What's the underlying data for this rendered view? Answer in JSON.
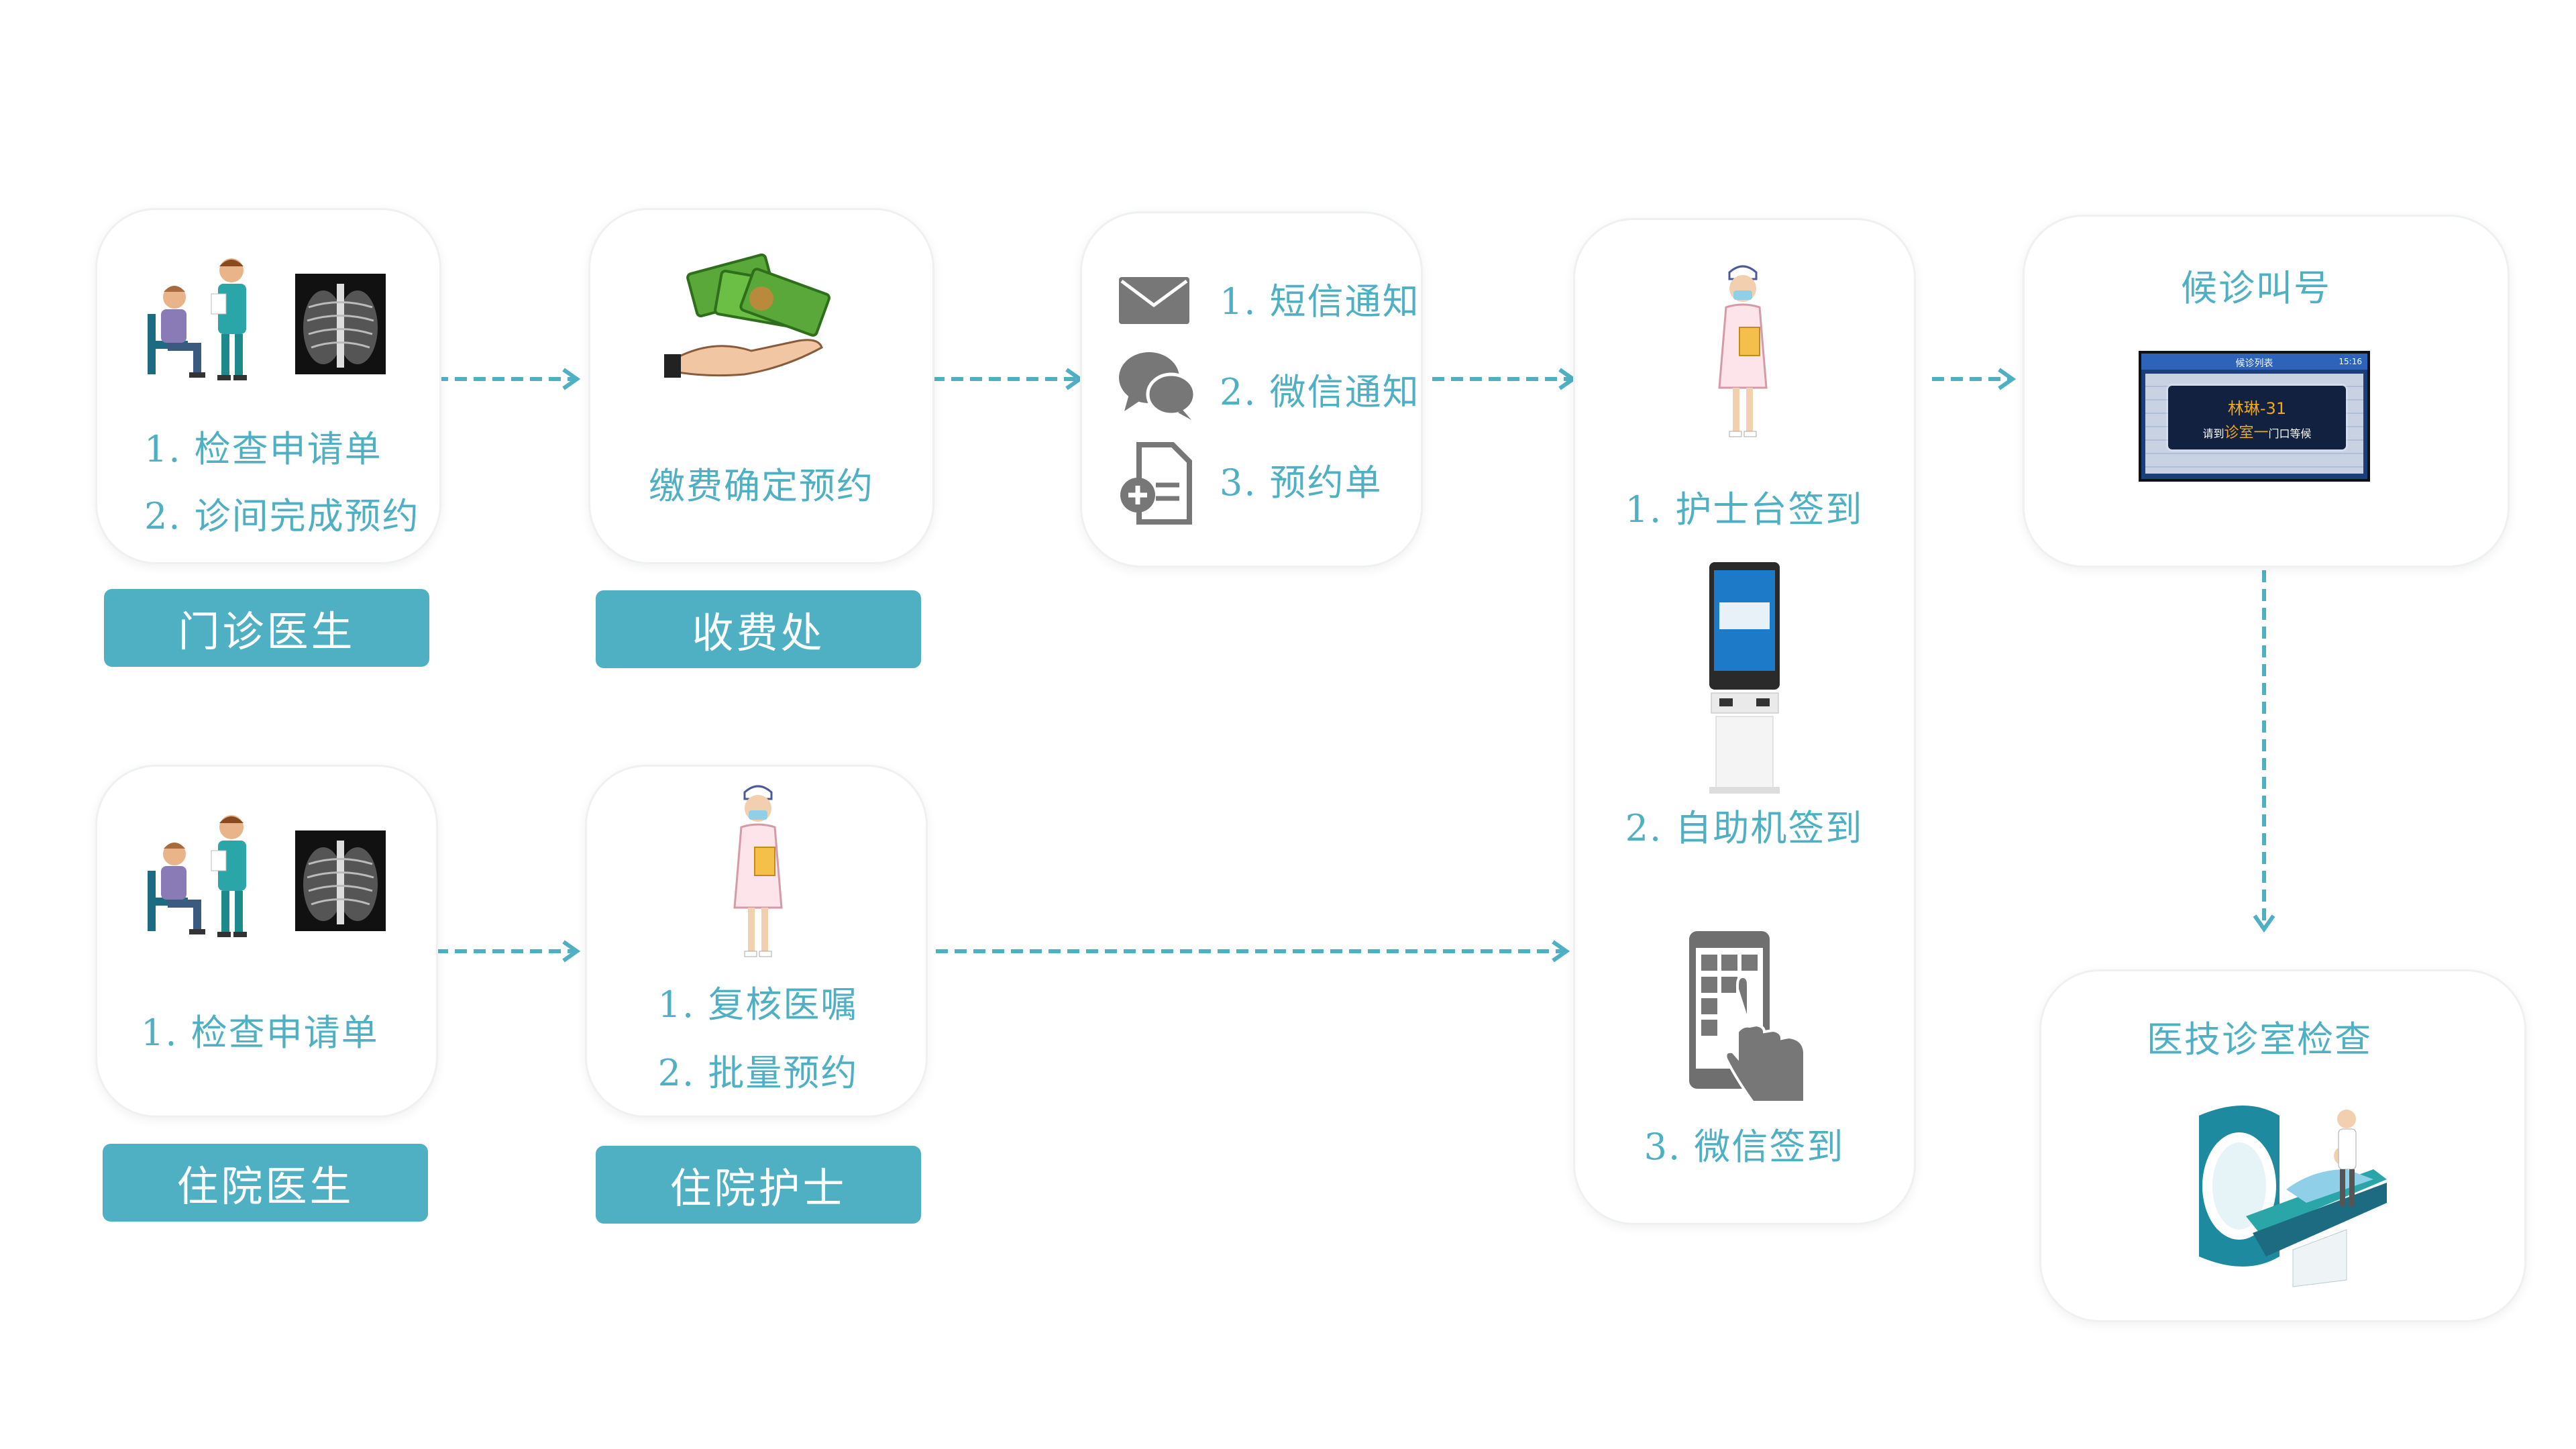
{
  "colors": {
    "accent": "#4fb0c4",
    "icon_gray": "#777777",
    "teal_dark": "#1e8aa0"
  },
  "flow": {
    "outpatient": {
      "role_label": "门诊医生",
      "step1": "1. 检查申请单",
      "step2": "2. 诊间完成预约"
    },
    "cashier": {
      "role_label": "收费处",
      "step": "缴费确定预约"
    },
    "notify": {
      "item1": "1. 短信通知",
      "item2": "2. 微信通知",
      "item3": "3. 预约单",
      "icons": [
        "envelope-icon",
        "chat-bubbles-icon",
        "document-plus-icon"
      ]
    },
    "checkin": {
      "item1": "1. 护士台签到",
      "item2": "2. 自助机签到",
      "item3": "3. 微信签到"
    },
    "queue": {
      "title": "候诊叫号",
      "screen": {
        "header": "候诊列表",
        "time": "15:16",
        "patient": "林琳-31",
        "message_prefix": "请到",
        "room": "诊室一",
        "message_suffix": "门口等候"
      }
    },
    "exam": {
      "title": "医技诊室检查"
    },
    "inpatient_doctor": {
      "role_label": "住院医生",
      "step1": "1. 检查申请单"
    },
    "inpatient_nurse": {
      "role_label": "住院护士",
      "step1": "1. 复核医嘱",
      "step2": "2. 批量预约"
    }
  }
}
